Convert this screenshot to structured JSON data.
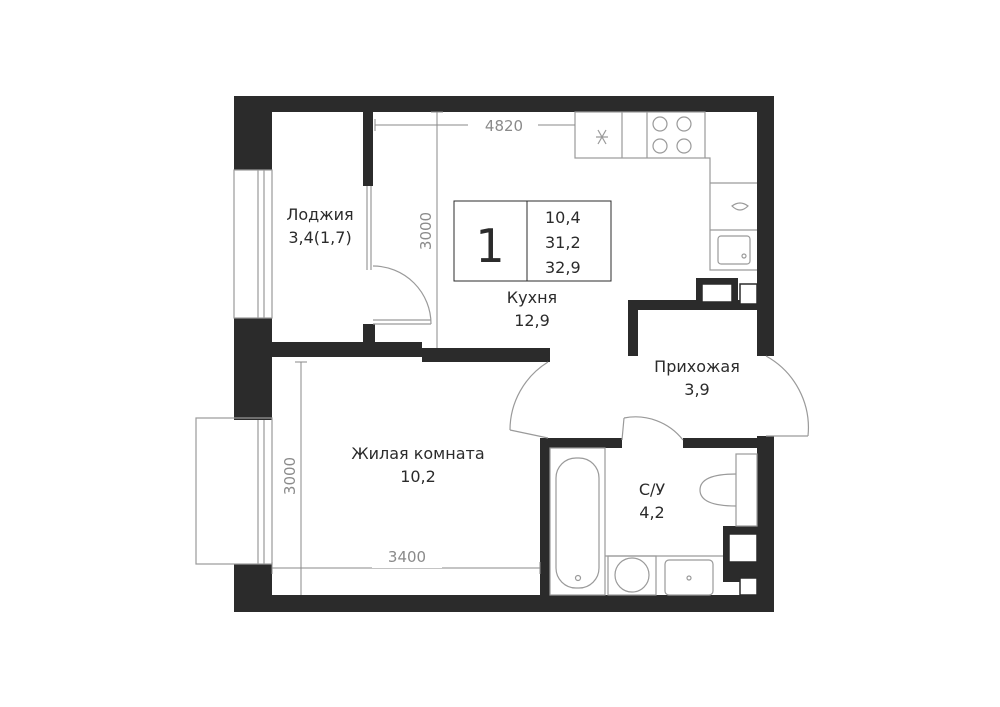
{
  "plan": {
    "rooms": {
      "loggia": {
        "name": "Лоджия",
        "area": "3,4(1,7)"
      },
      "kitchen": {
        "name": "Кухня",
        "area": "12,9"
      },
      "hallway": {
        "name": "Прихожая",
        "area": "3,9"
      },
      "living": {
        "name": "Жилая комната",
        "area": "10,2"
      },
      "bathroom": {
        "name": "С/У",
        "area": "4,2"
      }
    },
    "dimensions": {
      "kitchen_width": "4820",
      "kitchen_depth": "3000",
      "living_depth": "3000",
      "living_width": "3400"
    },
    "summary": {
      "rooms_count": "1",
      "area_living": "10,4",
      "area_total": "31,2",
      "area_with_loggia": "32,9"
    },
    "colors": {
      "wall": "#2b2b2b",
      "fixture": "#9a9a9a",
      "dimension": "#8a8a8a",
      "background": "#ffffff"
    }
  }
}
